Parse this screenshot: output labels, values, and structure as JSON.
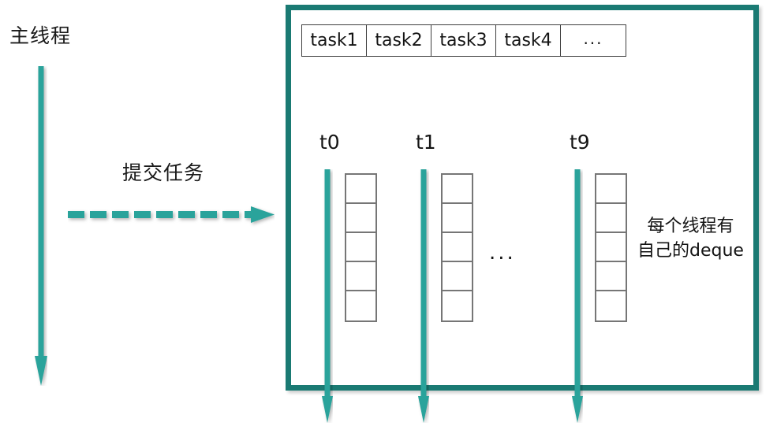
{
  "diagram": {
    "title_left": "主线程",
    "submit_label": "提交任务",
    "deque_note_line1": "每个线程有",
    "deque_note_line2": "自己的deque",
    "worker_ellipsis": "...",
    "colors": {
      "teal_arrow": "#2BA39B",
      "panel_border": "#1a7a73",
      "cell_border": "#767676",
      "table_border": "#3f3f3f",
      "text": "#141414"
    }
  },
  "task_queue": {
    "cells": [
      "task1",
      "task2",
      "task3",
      "task4",
      "..."
    ]
  },
  "workers": [
    {
      "label": "t0",
      "deque_cells": 5
    },
    {
      "label": "t1",
      "deque_cells": 5
    },
    {
      "label": "t9",
      "deque_cells": 5
    }
  ]
}
